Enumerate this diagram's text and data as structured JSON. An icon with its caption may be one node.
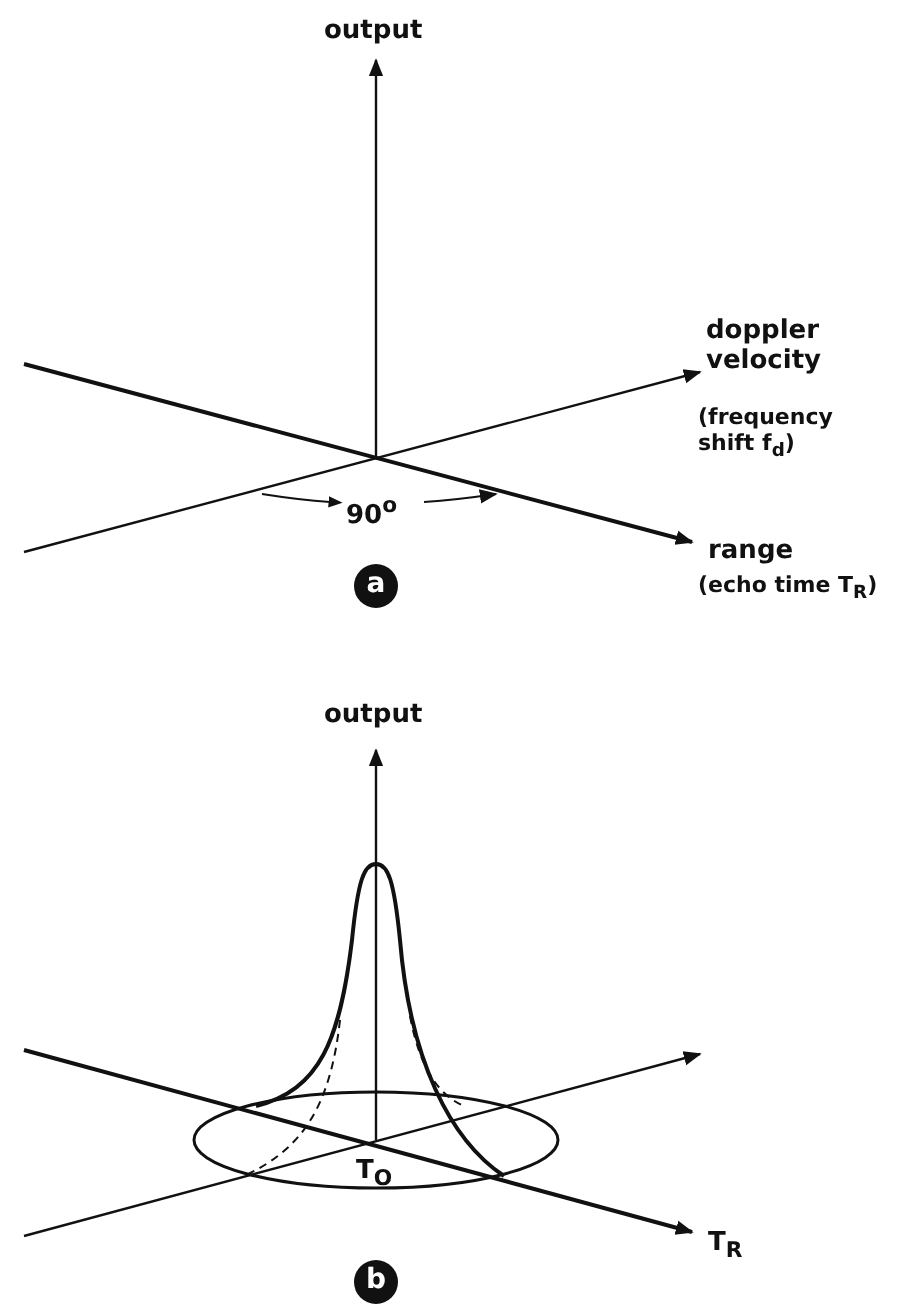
{
  "diagram": {
    "nodes": [
      {
        "text": [
          "a"
        ]
      },
      {
        "text": [
          "b"
        ]
      }
    ],
    "labels": [
      "output",
      "doppler velocity",
      "(frequency shift f$_{d}$)",
      "90$^{o}$",
      "range",
      "(echo time T$_{R}$)",
      "output",
      "T$_{O}$",
      "T$_{R}$"
    ]
  }
}
